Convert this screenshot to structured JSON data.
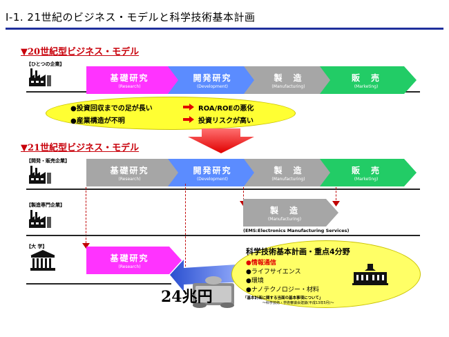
{
  "title": "Ⅰ-1. 21世紀のビジネス・モデルと科学技術基本計画",
  "section20": {
    "heading": "▼20世紀型ビジネス・モデル",
    "row_label": "【ひとつの企業】",
    "stages": [
      {
        "label": "基礎研究",
        "sub": "(Research)"
      },
      {
        "label": "開発研究",
        "sub": "(Development)"
      },
      {
        "label": "製　造",
        "sub": "(Manufacturing)"
      },
      {
        "label": "販　売",
        "sub": "(Marketing)"
      }
    ],
    "problems": [
      {
        "cause": "●投資回収までの足が長い",
        "effect": "ROA/ROEの悪化"
      },
      {
        "cause": "●産業構造が不明",
        "effect": "投資リスクが高い"
      }
    ]
  },
  "section21": {
    "heading": "▼21世紀型ビジネス・モデル",
    "row1_label": "【開発・販売企業】",
    "row1_stages": [
      {
        "label": "基礎研究",
        "sub": "(Research)"
      },
      {
        "label": "開発研究",
        "sub": "(Development)"
      },
      {
        "label": "製　造",
        "sub": "(Manufacturing)"
      },
      {
        "label": "販　売",
        "sub": "(Marketing)"
      }
    ],
    "row2_label": "【製造専門企業】",
    "row2_stage": {
      "label": "製　造",
      "sub": "(Manufacturing)"
    },
    "ems_note": "(EMS:Electronics Manufacturing Services)",
    "row3_label": "【大 学】",
    "row3_stage": {
      "label": "基礎研究",
      "sub": "(Research)"
    },
    "funding": "24兆円"
  },
  "plan": {
    "title": "科学技術基本計画・重点4分野",
    "items": [
      "●情報通信",
      "●ライフサイエンス",
      "●環境",
      "●ナノテクノロジー・材料"
    ],
    "footnote": "「基本計画に関する当面の基本事項について」",
    "footnote_sub": "～科学技術・学術審議会建議(平成13年5月)～"
  },
  "colors": {
    "research": "#ff33ff",
    "development": "#5b8cff",
    "manufacturing": "#a6a6a6",
    "marketing": "#22cc66",
    "grey_stage": "#a6a6a6",
    "accent_red": "#c8000a",
    "title_rule": "#1f2f9c",
    "ellipse_fill": "#ffff33"
  }
}
